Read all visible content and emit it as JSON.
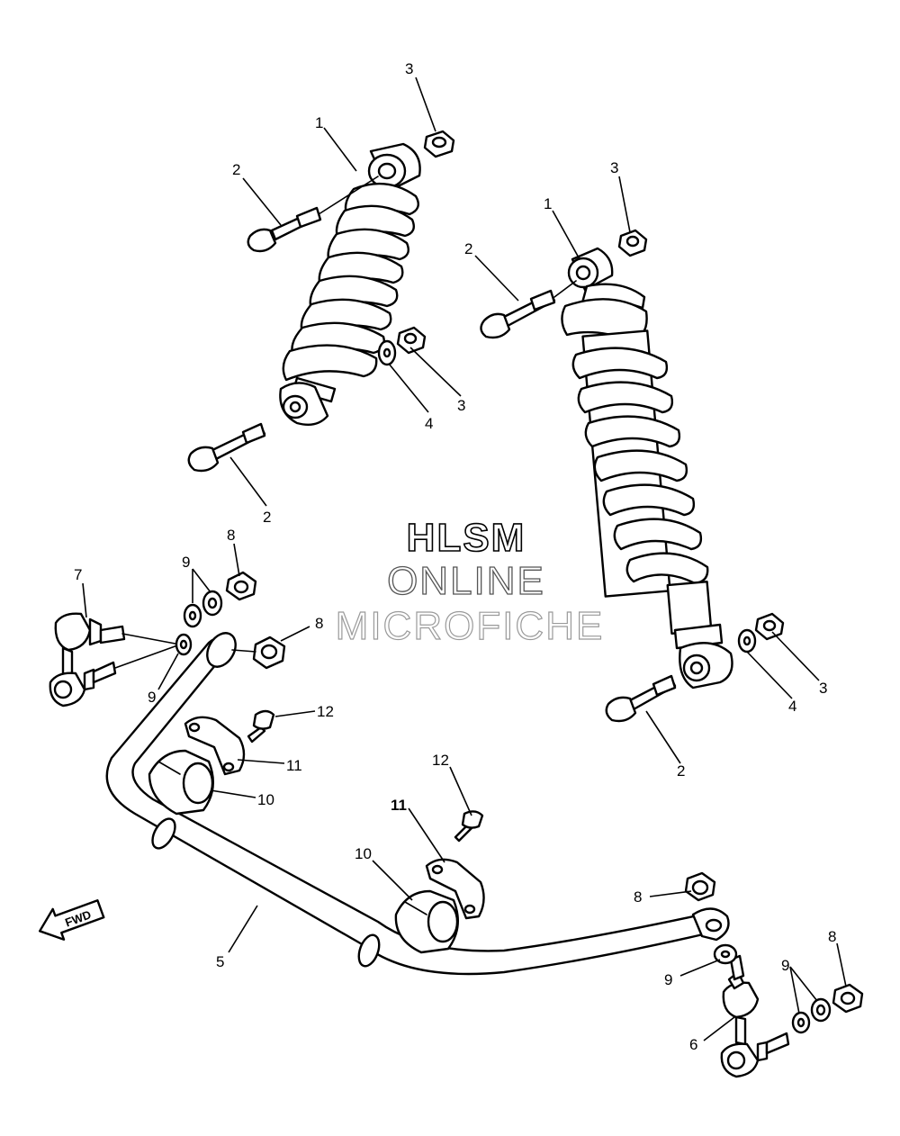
{
  "watermark": {
    "line1": "HLSM",
    "line2": "ONLINE",
    "line3": "MICROFICHE"
  },
  "direction_label": "FWD",
  "callouts": {
    "top_left_shock": "1",
    "top_left_bolt": "2",
    "top_left_nut": "3",
    "left_lower_nut": "3",
    "left_washer": "4",
    "left_lower_bolt": "2",
    "right_shock": "1",
    "right_top_nut": "3",
    "right_top_bolt": "2",
    "right_lower_nut": "3",
    "right_washer": "4",
    "right_lower_bolt": "2",
    "stabilizer": "5",
    "link_right": "6",
    "link_left": "7",
    "nut_left_top": "8",
    "nut_left_mid": "8",
    "nut_right_top": "8",
    "nut_right_low": "8",
    "washer_left_top": "9",
    "washer_left_low": "9",
    "washer_right_mid": "9",
    "washer_right_low": "9",
    "bushing_left": "10",
    "bushing_right": "10",
    "bracket_left": "11",
    "bracket_right": "11",
    "bolt_left": "12",
    "bolt_right": "12"
  }
}
